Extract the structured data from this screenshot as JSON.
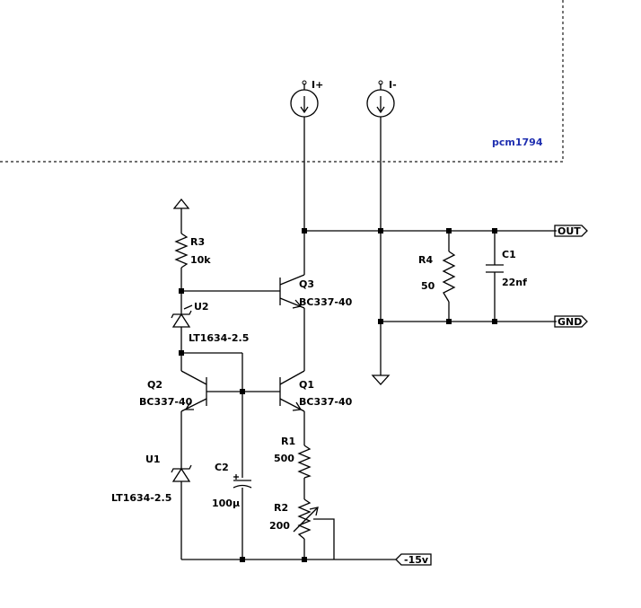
{
  "region": {
    "label": "pcm1794",
    "label_color": "#1f2fb0"
  },
  "sources": {
    "plus": {
      "label": "I+"
    },
    "minus": {
      "label": "I-"
    }
  },
  "ports": {
    "out": {
      "label": "OUT"
    },
    "gnd": {
      "label": "GND"
    },
    "neg": {
      "label": "-15v"
    }
  },
  "components": {
    "R1": {
      "ref": "R1",
      "value": "500"
    },
    "R2": {
      "ref": "R2",
      "value": "200"
    },
    "R3": {
      "ref": "R3",
      "value": "10k"
    },
    "R4": {
      "ref": "R4",
      "value": "50"
    },
    "C1": {
      "ref": "C1",
      "value": "22nf"
    },
    "C2": {
      "ref": "C2",
      "value": "100µ"
    },
    "Q1": {
      "ref": "Q1",
      "value": "BC337-40"
    },
    "Q2": {
      "ref": "Q2",
      "value": "BC337-40"
    },
    "Q3": {
      "ref": "Q3",
      "value": "BC337-40"
    },
    "U1": {
      "ref": "U1",
      "value": "LT1634-2.5"
    },
    "U2": {
      "ref": "U2",
      "value": "LT1634-2.5"
    }
  }
}
